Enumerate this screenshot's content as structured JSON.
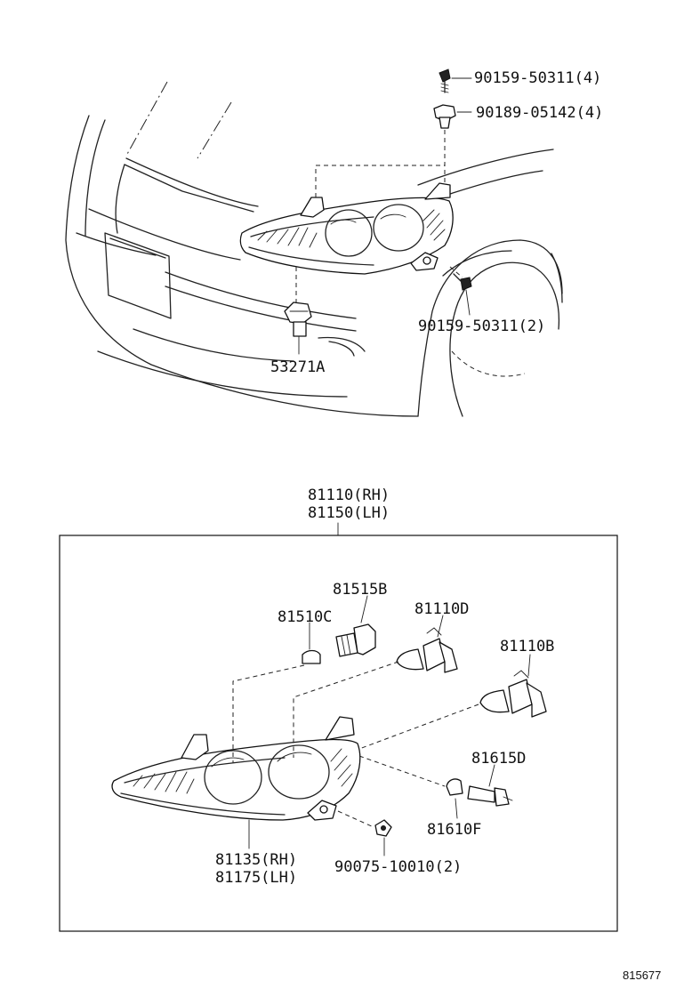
{
  "upper_labels": {
    "screw_top": "90159-50311(4)",
    "nut_top": "90189-05142(4)",
    "screw_side": "90159-50311(2)",
    "bracket": "53271A"
  },
  "assembly_labels": {
    "rh": "81110(RH)",
    "lh": "81150(LH)"
  },
  "box_labels": {
    "bulb_socket": "81515B",
    "bulb_small": "81510C",
    "bulb_d": "81110D",
    "bulb_b": "81110B",
    "socket_d": "81615D",
    "bulb_f": "81610F",
    "housing_rh": "81135(RH)",
    "housing_lh": "81175(LH)",
    "clip": "90075-10010(2)"
  },
  "reference_number": "815677"
}
